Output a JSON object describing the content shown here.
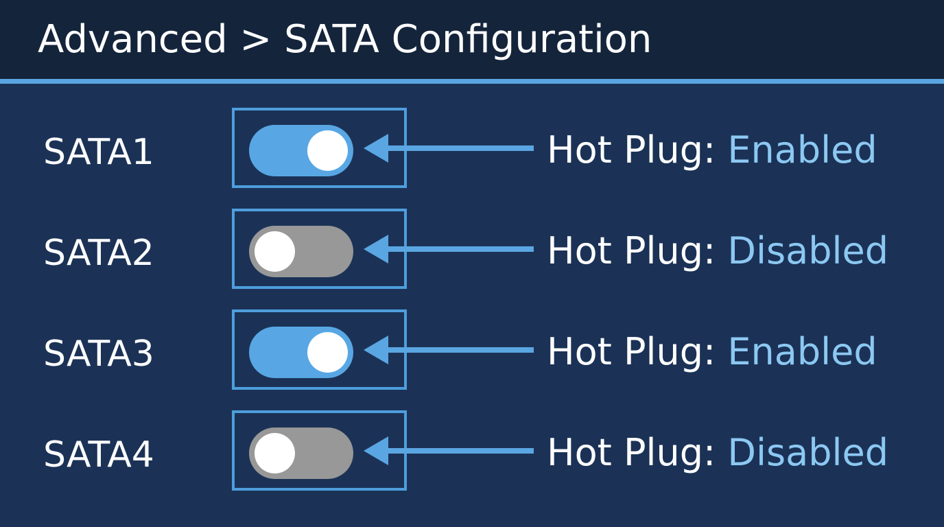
{
  "header": {
    "title": "Advanced > SATA Configuration"
  },
  "colors": {
    "header_bg": "#14243b",
    "page_bg": "#1b3256",
    "accent": "#5aa6e2",
    "toggle_on": "#58a7e4",
    "toggle_off": "#989898",
    "value_text": "#8cc8f2"
  },
  "ports": [
    {
      "label": "SATA1",
      "hot_plug_label": "Hot Plug:",
      "hot_plug_value": "Enabled",
      "enabled": true,
      "toggle_icon": "toggle-on-icon",
      "arrow_icon": "arrow-left-icon"
    },
    {
      "label": "SATA2",
      "hot_plug_label": "Hot Plug:",
      "hot_plug_value": "Disabled",
      "enabled": false,
      "toggle_icon": "toggle-off-icon",
      "arrow_icon": "arrow-left-icon"
    },
    {
      "label": "SATA3",
      "hot_plug_label": "Hot Plug:",
      "hot_plug_value": "Enabled",
      "enabled": true,
      "toggle_icon": "toggle-on-icon",
      "arrow_icon": "arrow-left-icon"
    },
    {
      "label": "SATA4",
      "hot_plug_label": "Hot Plug:",
      "hot_plug_value": "Disabled",
      "enabled": false,
      "toggle_icon": "toggle-off-icon",
      "arrow_icon": "arrow-left-icon"
    }
  ]
}
